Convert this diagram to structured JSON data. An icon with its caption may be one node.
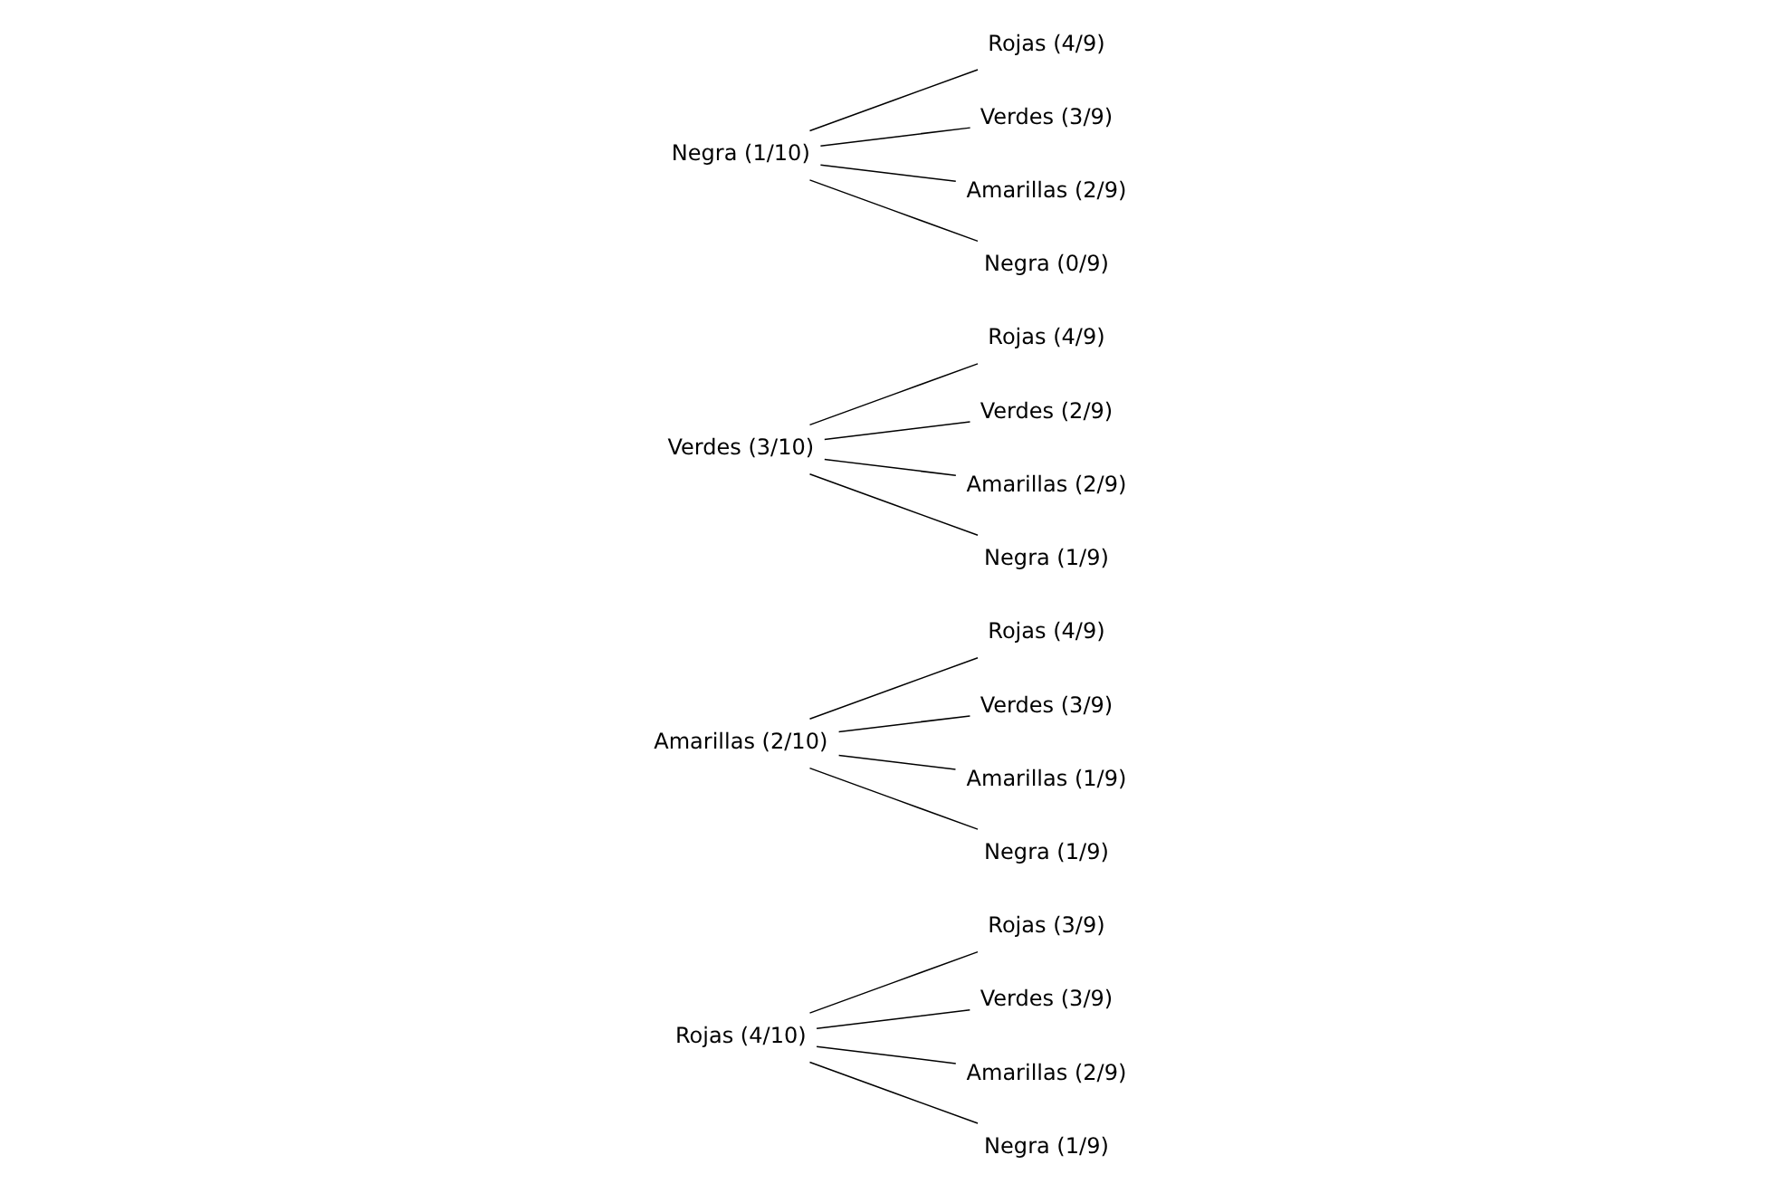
{
  "diagram": {
    "nodes": [
      {
        "text": [
          "Rojas (4/10)"
        ]
      },
      {
        "text": [
          "Rojas (3/9)"
        ]
      },
      {
        "text": [
          "Verdes (3/9)"
        ]
      },
      {
        "text": [
          "Amarillas (2/9)"
        ]
      },
      {
        "text": [
          "Negra (1/9)"
        ]
      },
      {
        "text": [
          "Amarillas (2/10)"
        ]
      },
      {
        "text": [
          "Rojas (4/9)"
        ]
      },
      {
        "text": [
          "Verdes (3/9)"
        ]
      },
      {
        "text": [
          "Amarillas (1/9)"
        ]
      },
      {
        "text": [
          "Negra (1/9)"
        ]
      },
      {
        "text": [
          "Verdes (3/10)"
        ]
      },
      {
        "text": [
          "Rojas (4/9)"
        ]
      },
      {
        "text": [
          "Verdes (2/9)"
        ]
      },
      {
        "text": [
          "Amarillas (2/9)"
        ]
      },
      {
        "text": [
          "Negra (1/9)"
        ]
      },
      {
        "text": [
          "Negra (1/10)"
        ]
      },
      {
        "text": [
          "Rojas (4/9)"
        ]
      },
      {
        "text": [
          "Verdes (3/9)"
        ]
      },
      {
        "text": [
          "Amarillas (2/9)"
        ]
      },
      {
        "text": [
          "Negra (0/9)"
        ]
      }
    ],
    "edges": [
      {
        "from": 0,
        "to": 1,
        "arrow": "none"
      },
      {
        "from": 0,
        "to": 2,
        "arrow": "none"
      },
      {
        "from": 0,
        "to": 3,
        "arrow": "none"
      },
      {
        "from": 0,
        "to": 4,
        "arrow": "none"
      },
      {
        "from": 5,
        "to": 6,
        "arrow": "none"
      },
      {
        "from": 5,
        "to": 7,
        "arrow": "none"
      },
      {
        "from": 5,
        "to": 8,
        "arrow": "none"
      },
      {
        "from": 5,
        "to": 9,
        "arrow": "none"
      },
      {
        "from": 10,
        "to": 11,
        "arrow": "none"
      },
      {
        "from": 10,
        "to": 12,
        "arrow": "none"
      },
      {
        "from": 10,
        "to": 13,
        "arrow": "none"
      },
      {
        "from": 10,
        "to": 14,
        "arrow": "none"
      },
      {
        "from": 15,
        "to": 16,
        "arrow": "none"
      },
      {
        "from": 15,
        "to": 17,
        "arrow": "none"
      },
      {
        "from": 15,
        "to": 18,
        "arrow": "none"
      },
      {
        "from": 15,
        "to": 19,
        "arrow": "none"
      }
    ]
  }
}
